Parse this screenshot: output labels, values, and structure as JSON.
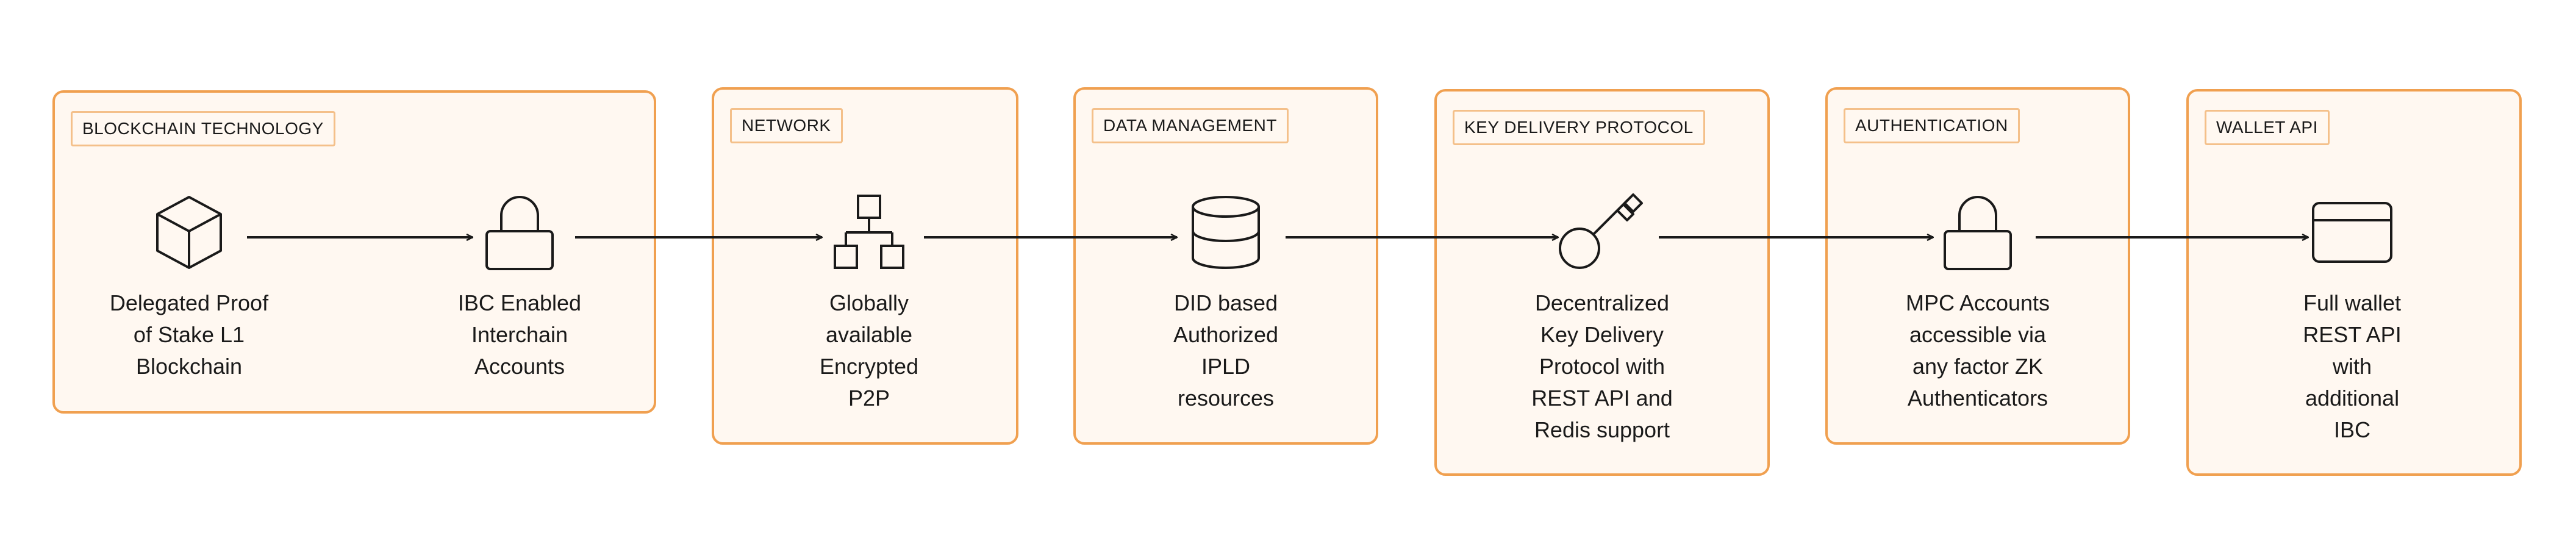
{
  "groups": [
    {
      "label": "BLOCKCHAIN TECHNOLOGY"
    },
    {
      "label": "NETWORK"
    },
    {
      "label": "DATA MANAGEMENT"
    },
    {
      "label": "KEY DELIVERY PROTOCOL"
    },
    {
      "label": "AUTHENTICATION"
    },
    {
      "label": "WALLET API"
    }
  ],
  "nodes": [
    {
      "icon": "cube-icon",
      "lines": [
        "Delegated Proof",
        "of Stake L1",
        "Blockchain"
      ]
    },
    {
      "icon": "lock-icon",
      "lines": [
        "IBC Enabled",
        "Interchain",
        "Accounts"
      ]
    },
    {
      "icon": "network-icon",
      "lines": [
        "Globally",
        "available",
        "Encrypted",
        "P2P"
      ]
    },
    {
      "icon": "database-icon",
      "lines": [
        "DID based",
        "Authorized",
        "IPLD",
        "resources"
      ]
    },
    {
      "icon": "key-icon",
      "lines": [
        "Decentralized",
        "Key Delivery",
        "Protocol with",
        "REST API and",
        "Redis support"
      ]
    },
    {
      "icon": "lock-icon",
      "lines": [
        "MPC Accounts",
        "accessible via",
        "any factor ZK",
        "Authenticators"
      ]
    },
    {
      "icon": "card-icon",
      "lines": [
        "Full wallet",
        "REST API",
        "with",
        "additional",
        "IBC"
      ]
    }
  ],
  "colors": {
    "border": "#f0a050",
    "tag_border": "#f4c08a",
    "fill": "#fff8f1",
    "stroke": "#1a1a1a"
  }
}
